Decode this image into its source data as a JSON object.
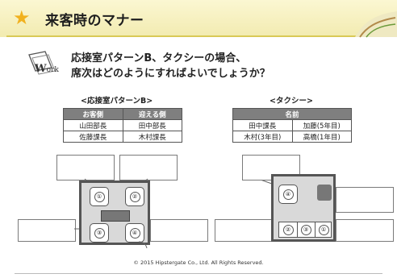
{
  "header": {
    "title": "来客時のマナー"
  },
  "work": {
    "label": "W",
    "label_rest": "ork",
    "question_line1": "応接室パターンB、タクシーの場合、",
    "question_line2": "席次はどのようにすればよいでしょうか？"
  },
  "reception": {
    "title": "<応接室パターンB>",
    "headers": [
      "お客側",
      "迎える側"
    ],
    "rows": [
      [
        "山田部長",
        "田中部長"
      ],
      [
        "佐藤課長",
        "木村課長"
      ]
    ],
    "seat_numbers": [
      "①",
      "②",
      "③",
      "④"
    ]
  },
  "taxi": {
    "title": "<タクシー>",
    "header": "名前",
    "rows": [
      [
        "田中課長",
        "加藤(5年目)"
      ],
      [
        "木村(3年目)",
        "高橋(1年目)"
      ]
    ],
    "seat_numbers": [
      "④",
      "②",
      "③",
      "①"
    ]
  },
  "footer": {
    "copyright": "© 2015 Hipstergate Co., Ltd. All Rights Reserved."
  },
  "colors": {
    "accent_star": "#f1b11e",
    "header_bg": "#fbf7d2",
    "table_header": "#7f7f7f",
    "room_fill": "#d9d9d9"
  }
}
